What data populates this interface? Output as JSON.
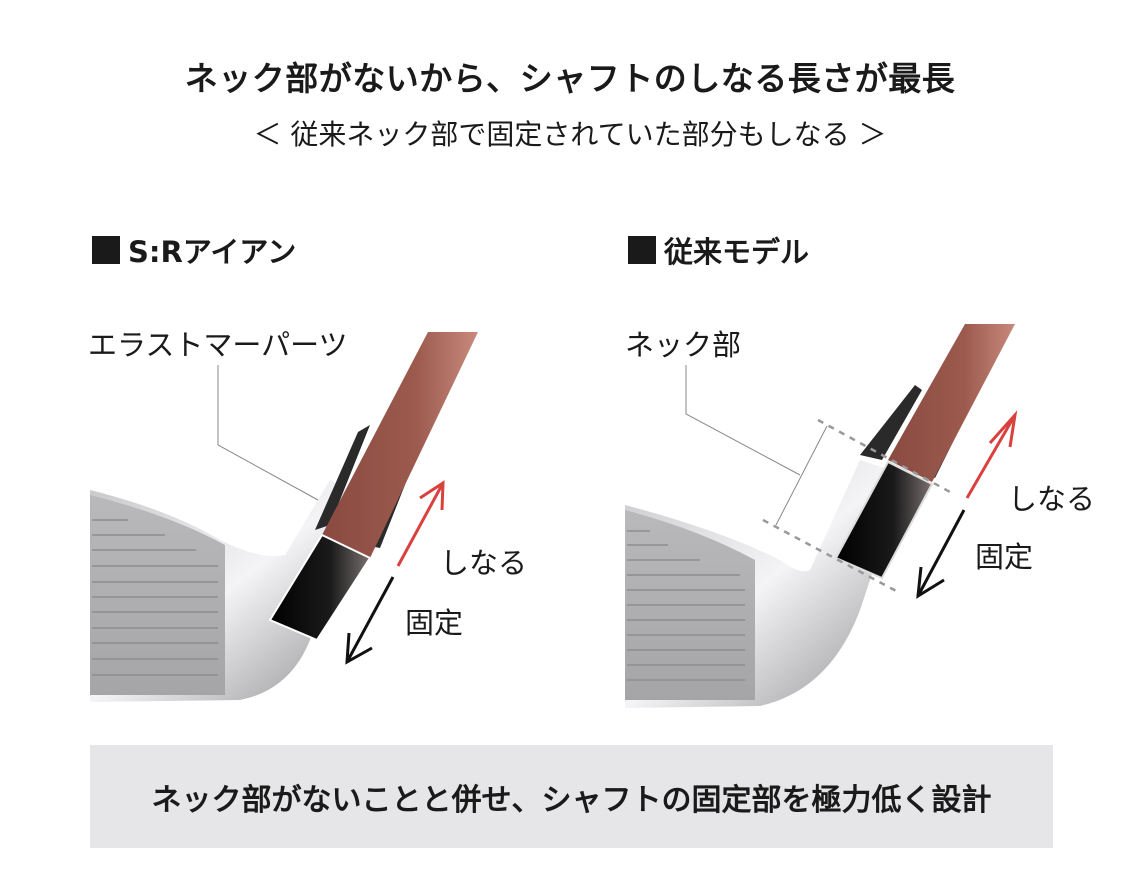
{
  "header": {
    "title": "ネック部がないから、シャフトのしなる長さが最長",
    "subtitle": "＜ 従来ネック部で固定されていた部分もしなる ＞"
  },
  "left_panel": {
    "heading": "S:Rアイアン",
    "callout": "エラストマーパーツ",
    "flex_label": "しなる",
    "fixed_label": "固定"
  },
  "right_panel": {
    "heading": "従来モデル",
    "callout": "ネック部",
    "flex_label": "しなる",
    "fixed_label": "固定"
  },
  "footer": {
    "text": "ネック部がないことと併せ、シャフトの固定部を極力低く設計"
  },
  "colors": {
    "shaft": "#9b5448",
    "flex_arrow": "#d9413f",
    "fixed_arrow": "#111111",
    "footer_bg": "#e6e6e8",
    "heading_square": "#1a1a1a"
  }
}
